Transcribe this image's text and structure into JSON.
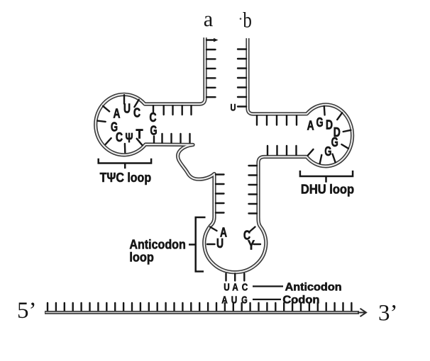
{
  "figure": {
    "acceptor_stem": {
      "strand_a_label": "a",
      "strand_b_label": "b",
      "unpaired_base": "U"
    },
    "tpsic_loop": {
      "label": "TΨC loop",
      "bases": [
        "A",
        "U",
        "C",
        "G",
        "C",
        "Ψ",
        "T"
      ],
      "stem_bases": [
        "C",
        "G"
      ]
    },
    "dhu_loop": {
      "label": "DHU loop",
      "bases": [
        "A",
        "G",
        "D",
        "D",
        "G",
        "G"
      ]
    },
    "anticodon_loop": {
      "label_line1": "Anticodon",
      "label_line2": "loop",
      "bases": [
        "A",
        "U",
        "C",
        "Y"
      ]
    },
    "anticodon": {
      "label": "Anticodon",
      "bases": [
        "U",
        "A",
        "C"
      ]
    },
    "codon": {
      "label": "Codon",
      "bases": [
        "A",
        "U",
        "G"
      ]
    },
    "mrna": {
      "five_prime_label": "5’",
      "three_prime_label": "3’"
    }
  },
  "colors": {
    "ink": "#161616",
    "backbone_edge": "#454545",
    "backbone_core": "#ececec",
    "mrna_edge": "#3f3f3f",
    "mrna_core": "#d6d6d6",
    "background": "#ffffff"
  }
}
